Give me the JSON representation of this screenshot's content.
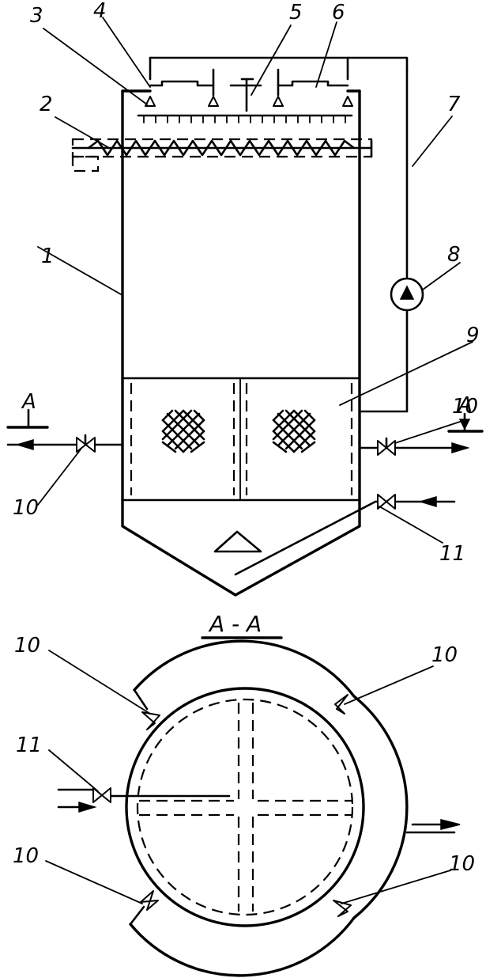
{
  "section_label": "A - A",
  "top_labels": {
    "l3": "3",
    "l4": "4",
    "l5": "5",
    "l6": "6",
    "l2": "2",
    "l7": "7",
    "l1": "1",
    "l8": "8",
    "l9": "9",
    "l10": "10",
    "l10b": "10",
    "l11": "11"
  },
  "section_markers": {
    "left": "A",
    "right": "A"
  },
  "plan_labels": {
    "tl": "10",
    "tr": "10",
    "l11": "11",
    "bl": "10",
    "br": "10"
  }
}
